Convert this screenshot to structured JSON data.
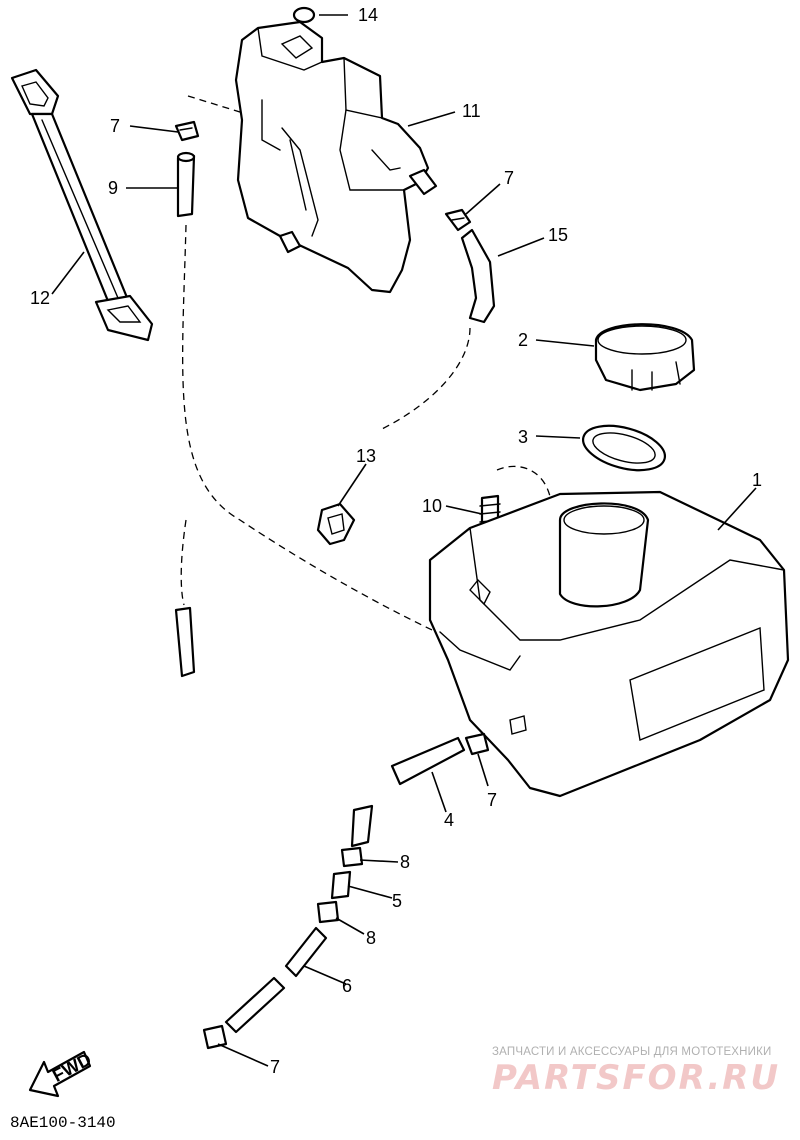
{
  "diagram": {
    "code": "8AE100-3140",
    "fwd_label": "FWD",
    "callouts": [
      "1",
      "2",
      "3",
      "4",
      "5",
      "6",
      "7",
      "7",
      "7",
      "7",
      "8",
      "8",
      "9",
      "10",
      "11",
      "12",
      "13",
      "14",
      "15"
    ]
  },
  "watermark": {
    "subtitle": "ЗАПЧАСТИ И АКСЕССУАРЫ ДЛЯ МОТОТЕХНИКИ",
    "logo": "PARTSFOR.RU"
  },
  "colors": {
    "line": "#000000",
    "background": "#ffffff",
    "watermark_text": "#b0b0b0",
    "watermark_logo": "#f2c8c8"
  }
}
